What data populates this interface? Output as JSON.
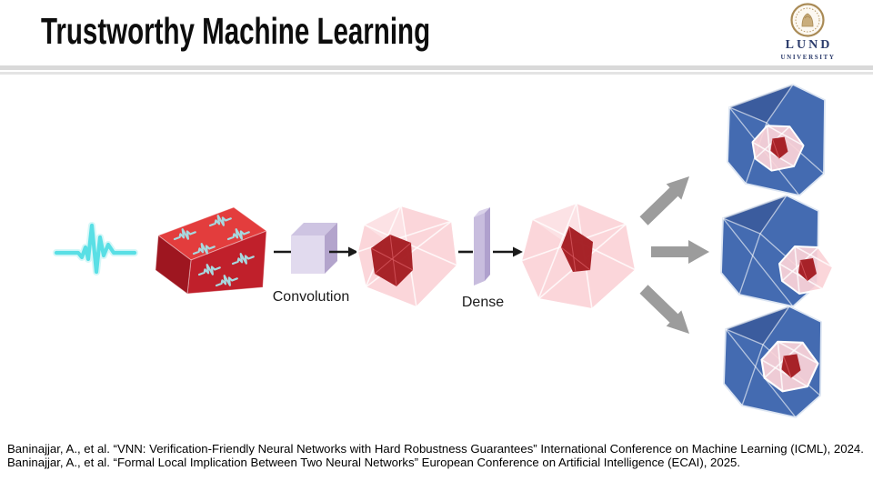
{
  "header": {
    "title": "Trustworthy Machine Learning",
    "logo": {
      "name": "LUND",
      "subname": "UNIVERSITY"
    }
  },
  "diagram": {
    "labels": {
      "convolution": "Convolution",
      "dense": "Dense"
    },
    "elements": [
      "ecg-input-signal",
      "red-input-tensor-with-signals",
      "convolution-kernel-cube",
      "reachable-set-polytope-1",
      "dense-layer-slab",
      "reachable-set-polytope-2",
      "output-cube-top",
      "output-cube-middle",
      "output-cube-bottom"
    ]
  },
  "footer": {
    "citations": [
      "Baninajjar, A., et al. “VNN: Verification-Friendly Neural Networks with Hard Robustness Guarantees” International Conference on Machine Learning (ICML), 2024.",
      "Baninajjar, A., et al. “Formal Local Implication Between Two Neural Networks” European Conference on Artificial Intelligence (ECAI), 2025."
    ]
  },
  "colors": {
    "accent-cyan": "#59dfe5",
    "tensor-red-top": "#e33d3d",
    "tensor-red-front": "#c0202b",
    "tensor-red-left": "#9e1620",
    "kernel-lavender": "#c8bdde",
    "polytope-pink": "#fbd3d7",
    "core-dark-red": "#a31b20",
    "cube-blue": "#3e66ae",
    "arrow-gray": "#9c9c9c",
    "logo-navy": "#2b3b6b",
    "logo-bronze": "#a98a55"
  }
}
